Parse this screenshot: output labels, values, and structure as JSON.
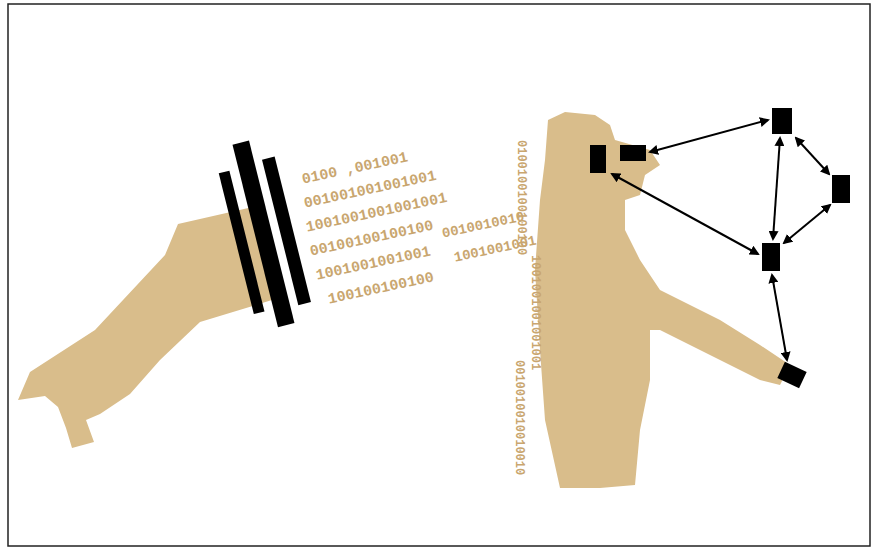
{
  "diagram": {
    "labels": [
      "0100 ,001001",
      "001001001001001",
      "1001001001001001",
      "00100100100100",
      "1001001001001",
      "100100100100",
      "0010010010",
      "1001001001",
      "0100100100100100",
      "1001001001001001",
      "0010010010010010"
    ]
  }
}
